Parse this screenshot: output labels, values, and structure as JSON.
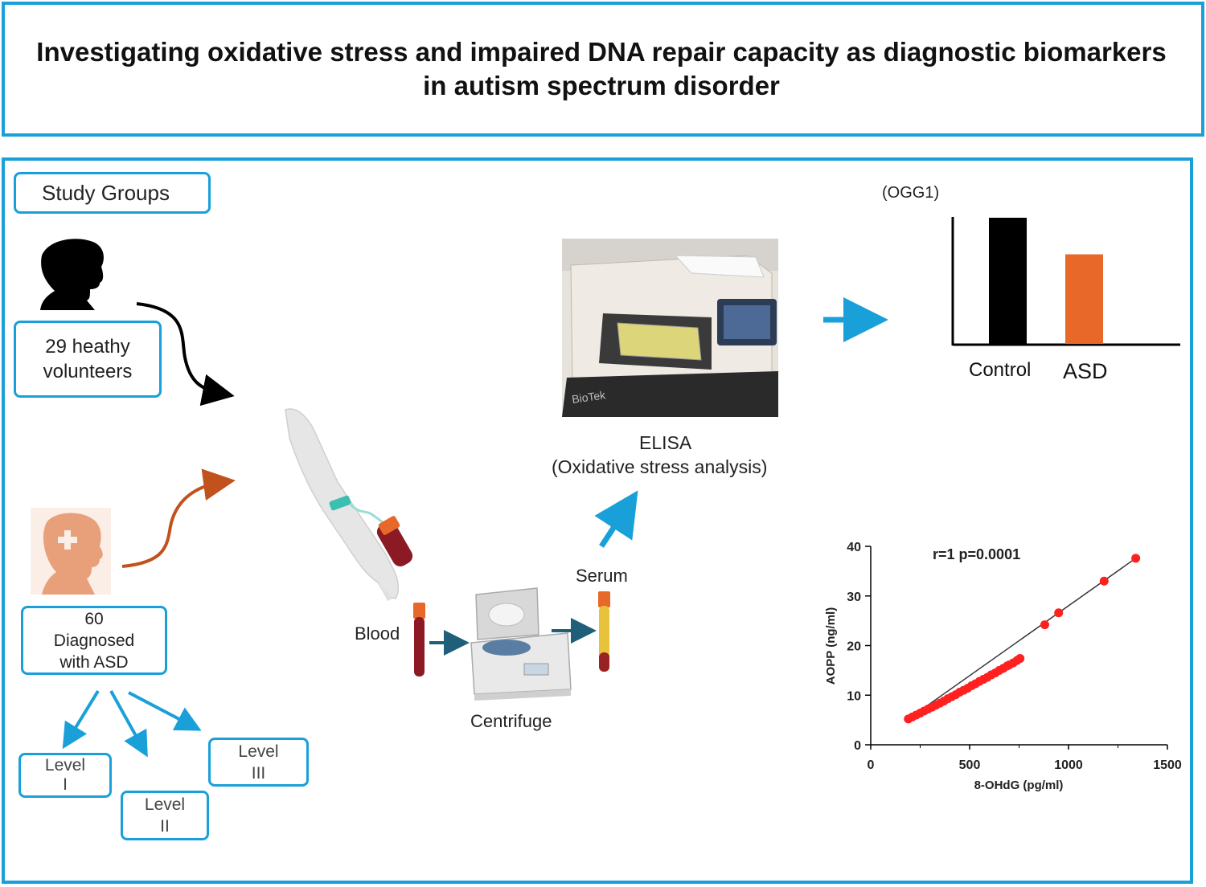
{
  "title": "Investigating oxidative stress and impaired DNA repair capacity as diagnostic biomarkers in autism spectrum disorder",
  "study_groups": {
    "heading": "Study Groups",
    "control_box": [
      "29 heathy",
      "volunteers"
    ],
    "asd_box": [
      "60",
      "Diagnosed",
      "with ASD"
    ],
    "levels": [
      {
        "line1": "Level",
        "line2": "I"
      },
      {
        "line1": "Level",
        "line2": "II"
      },
      {
        "line1": "Level",
        "line2": "III"
      }
    ]
  },
  "workflow": {
    "blood": "Blood",
    "centrifuge": "Centrifuge",
    "serum": "Serum",
    "elisa": "ELISA",
    "elisa_sub": "(Oxidative stress analysis)",
    "plate_reader_brand": "BioTek"
  },
  "icons": {
    "healthy_child": "child-silhouette-icon",
    "asd_child": "child-puzzle-head-icon",
    "arm": "blood-draw-arm-icon",
    "tube": "blood-tube-icon",
    "centrifuge": "centrifuge-icon",
    "serum_tube": "serum-tube-icon",
    "plate_reader": "elisa-plate-reader-photo"
  },
  "colors": {
    "accent": "#1aa0d8",
    "asd_orange": "#e8682a",
    "control_black": "#000000",
    "scatter_red": "#ff2020"
  },
  "chart_data": [
    {
      "type": "bar",
      "title": "(OGG1)",
      "categories": [
        "Control",
        "ASD"
      ],
      "values": [
        1.0,
        0.71
      ],
      "colors": [
        "#000000",
        "#e8682a"
      ],
      "ylim": [
        0,
        1.0
      ]
    },
    {
      "type": "scatter",
      "annotation": "r=1 p=0.0001",
      "xlabel": "8-OHdG (pg/ml)",
      "ylabel": "AOPP (ng/ml)",
      "xlim": [
        0,
        1500
      ],
      "ylim": [
        0,
        40
      ],
      "xticks": [
        "0",
        "500",
        "1000",
        "1500"
      ],
      "yticks": [
        "0",
        "10",
        "20",
        "30",
        "40"
      ],
      "points": [
        [
          190,
          5.2
        ],
        [
          210,
          5.6
        ],
        [
          230,
          6.0
        ],
        [
          250,
          6.4
        ],
        [
          270,
          6.8
        ],
        [
          290,
          7.2
        ],
        [
          310,
          7.6
        ],
        [
          330,
          8.0
        ],
        [
          350,
          8.4
        ],
        [
          370,
          8.8
        ],
        [
          390,
          9.3
        ],
        [
          410,
          9.7
        ],
        [
          430,
          10.1
        ],
        [
          450,
          10.6
        ],
        [
          470,
          11.0
        ],
        [
          490,
          11.4
        ],
        [
          510,
          11.9
        ],
        [
          530,
          12.3
        ],
        [
          550,
          12.8
        ],
        [
          570,
          13.2
        ],
        [
          590,
          13.6
        ],
        [
          610,
          14.1
        ],
        [
          630,
          14.5
        ],
        [
          650,
          15.0
        ],
        [
          670,
          15.4
        ],
        [
          690,
          15.9
        ],
        [
          700,
          16.1
        ],
        [
          720,
          16.5
        ],
        [
          740,
          17.0
        ],
        [
          755,
          17.4
        ],
        [
          880,
          24.2
        ],
        [
          950,
          26.6
        ],
        [
          1180,
          33.0
        ],
        [
          1340,
          37.6
        ]
      ],
      "fit_line": [
        [
          190,
          5.2
        ],
        [
          1340,
          37.6
        ]
      ]
    }
  ]
}
